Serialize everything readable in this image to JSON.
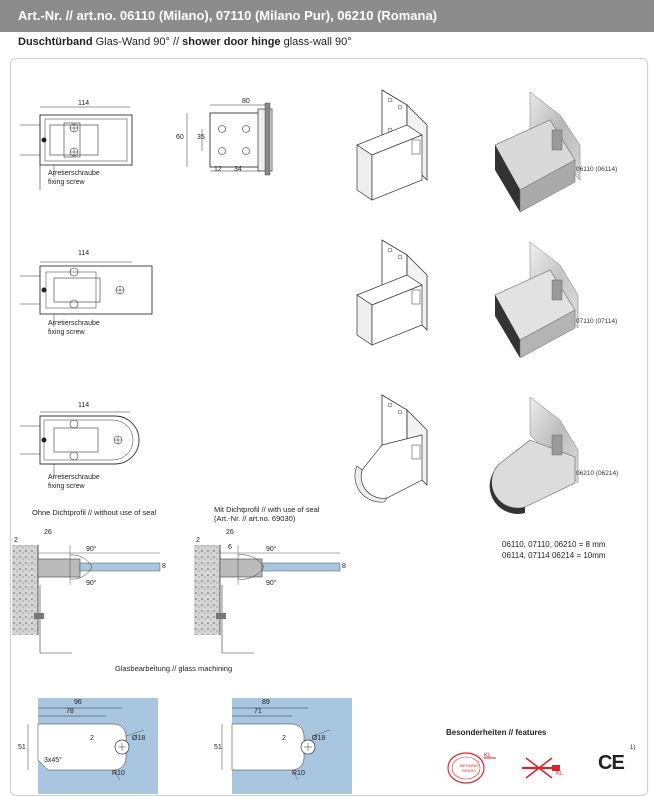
{
  "header": {
    "title": "Art.-Nr. // art.no. 06110 (Milano), 07110 (Milano Pur), 06210 (Romana)"
  },
  "subtitle": {
    "de_bold": "Duschtürband",
    "de_rest": " Glas-Wand 90°",
    "sep": " // ",
    "en_bold": "shower door hinge",
    "en_rest": " glass-wall 90°"
  },
  "drawing1": {
    "dim_width": "114",
    "label_de": "Arretierschraube",
    "label_en": "fixing screw"
  },
  "drawing_side": {
    "dim_top": "80",
    "dim_60": "60",
    "dim_35": "35",
    "dim_12": "12",
    "dim_34": "34"
  },
  "drawing2": {
    "dim_width": "114",
    "label_de": "Arretierschraube",
    "label_en": "fixing screw"
  },
  "drawing3": {
    "dim_width": "114",
    "label_de": "Arretierschraube",
    "label_en": "fixing screw"
  },
  "variants": [
    {
      "code": "06110 (06114)"
    },
    {
      "code": "07110 (07114)"
    },
    {
      "code": "06210 (06214)"
    }
  ],
  "seal": {
    "without": "Ohne Dichtprofil // without use of seal",
    "with_line1": "Mit Dichtprofil // with use of seal",
    "with_line2": "(Art.-Nr. // art.no. 69030)",
    "dim_2": "2",
    "dim_26": "26",
    "dim_6": "6",
    "dim_8": "8",
    "angle": "90°"
  },
  "specs": {
    "line1": "06110, 07110, 06210 = 8 mm",
    "line2": "06114, 07114  06214 = 10mm"
  },
  "machining": {
    "title": "Glasbearbeitung // glass machining",
    "left": {
      "d1": "96",
      "d2": "78",
      "d3": "51",
      "d4": "2",
      "d5": "3x45°",
      "d6": "R10",
      "d7": "Ø18"
    },
    "right": {
      "d1": "89",
      "d2": "71",
      "d3": "51",
      "d4": "2",
      "d6": "R10",
      "d7": "Ø18"
    }
  },
  "features": {
    "title": "Besonderheiten // features",
    "brass_label": "MESSING BRASS",
    "kl": "KL",
    "ce": "CE",
    "footnote": "1)"
  },
  "colors": {
    "header_bg": "#8c8c8c",
    "glass_blue": "#a8c6df",
    "red": "#d8252b"
  }
}
